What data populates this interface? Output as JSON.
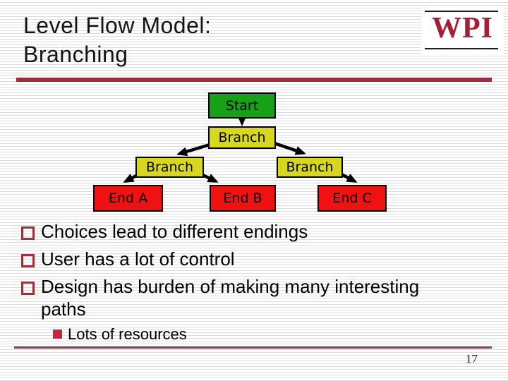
{
  "slide": {
    "title_line1": "Level Flow Model:",
    "title_line2": "Branching",
    "page_number": "17"
  },
  "logo": {
    "text": "WPI"
  },
  "diagram": {
    "nodes": [
      {
        "id": "start",
        "label": "Start",
        "type": "start",
        "color": "#19A019"
      },
      {
        "id": "branch1",
        "label": "Branch",
        "type": "branch",
        "color": "#D7D720"
      },
      {
        "id": "branch2",
        "label": "Branch",
        "type": "branch",
        "color": "#D7D720"
      },
      {
        "id": "branch3",
        "label": "Branch",
        "type": "branch",
        "color": "#D7D720"
      },
      {
        "id": "endA",
        "label": "End A",
        "type": "end",
        "color": "#F01212"
      },
      {
        "id": "endB",
        "label": "End B",
        "type": "end",
        "color": "#F01212"
      },
      {
        "id": "endC",
        "label": "End C",
        "type": "end",
        "color": "#F01212"
      }
    ],
    "edges": [
      {
        "from": "start",
        "to": "branch1"
      },
      {
        "from": "branch1",
        "to": "branch2"
      },
      {
        "from": "branch1",
        "to": "branch3"
      },
      {
        "from": "branch2",
        "to": "endA"
      },
      {
        "from": "branch2",
        "to": "endB"
      },
      {
        "from": "branch3",
        "to": "endC"
      }
    ]
  },
  "bullets": [
    {
      "level": 1,
      "text": "Choices lead to different endings"
    },
    {
      "level": 1,
      "text": "User has a lot of control"
    },
    {
      "level": 1,
      "text": "Design has burden of making many interesting paths"
    },
    {
      "level": 2,
      "text": "Lots of resources"
    }
  ],
  "colors": {
    "accent_maroon": "#A02B3C",
    "logo_red": "#A31F34",
    "bullet_outline": "#9E3039",
    "sub_bullet_fill": "#C62641",
    "node_start": "#19A019",
    "node_branch": "#D7D720",
    "node_end": "#F01212",
    "background_stripe": "#dbdbdb"
  }
}
